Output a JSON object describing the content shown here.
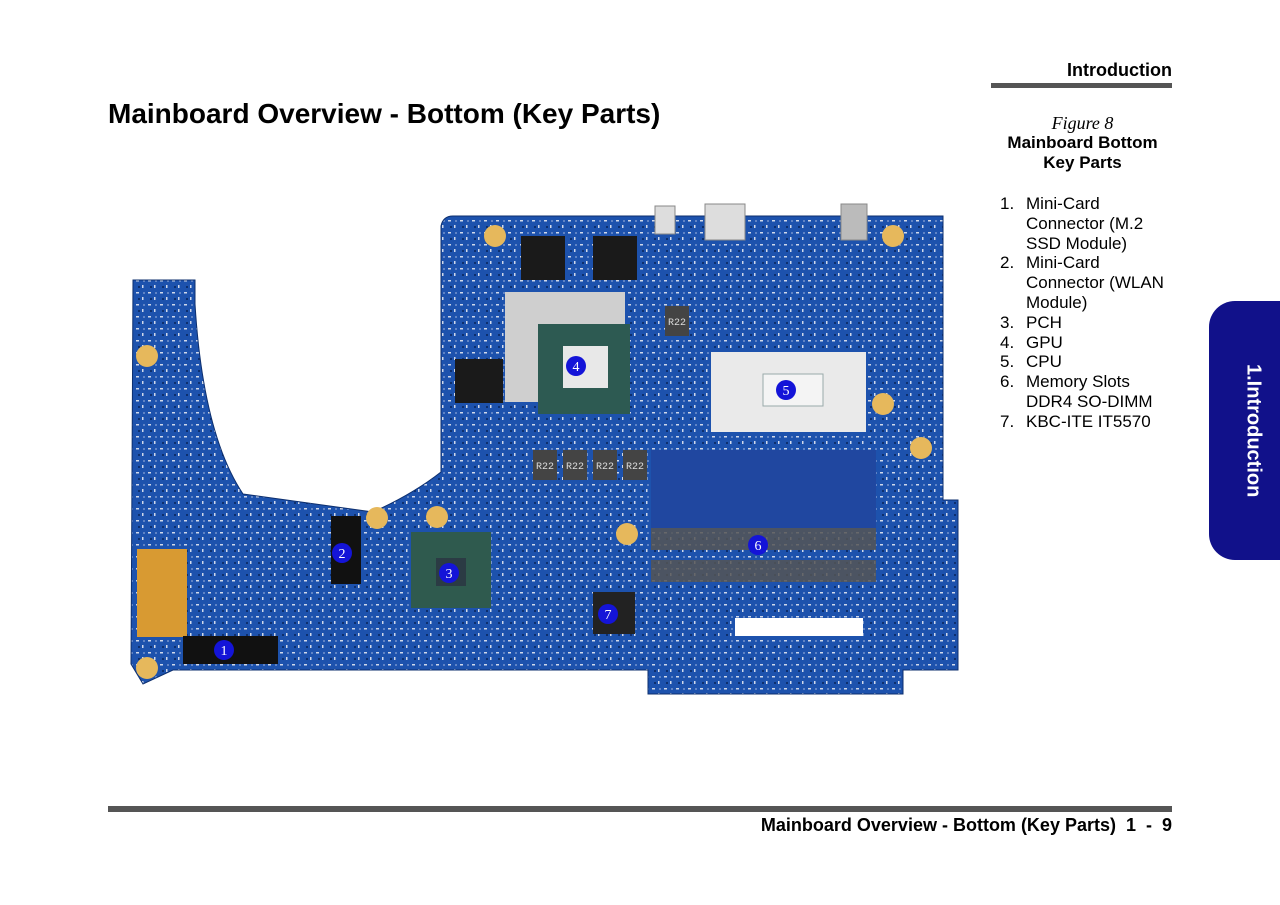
{
  "header": {
    "section": "Introduction"
  },
  "page_title": "Mainboard Overview - Bottom (Key Parts)",
  "figure": {
    "number": "Figure 8",
    "title_line1": "Mainboard Bottom",
    "title_line2": "Key Parts"
  },
  "parts": [
    {
      "num": "1.",
      "text": "Mini-Card Connector (M.2 SSD Module)"
    },
    {
      "num": "2.",
      "text": "Mini-Card Connector (WLAN Module)"
    },
    {
      "num": "3.",
      "text": "PCH"
    },
    {
      "num": "4.",
      "text": "GPU"
    },
    {
      "num": "5.",
      "text": "CPU"
    },
    {
      "num": "6.",
      "text": "Memory Slots DDR4 SO-DIMM"
    },
    {
      "num": "7.",
      "text": "KBC-ITE IT5570"
    }
  ],
  "side_tab": "1.Introduction",
  "footer": {
    "text": "Mainboard Overview - Bottom (Key Parts)  1  -  9"
  },
  "photo": {
    "markers": [
      "1",
      "2",
      "3",
      "4",
      "5",
      "6",
      "7"
    ],
    "chip_labels": [
      "R22",
      "R22",
      "R22",
      "R22",
      "R22"
    ],
    "board_color": "#1a4fa8",
    "marker_color": "#1414d8"
  }
}
